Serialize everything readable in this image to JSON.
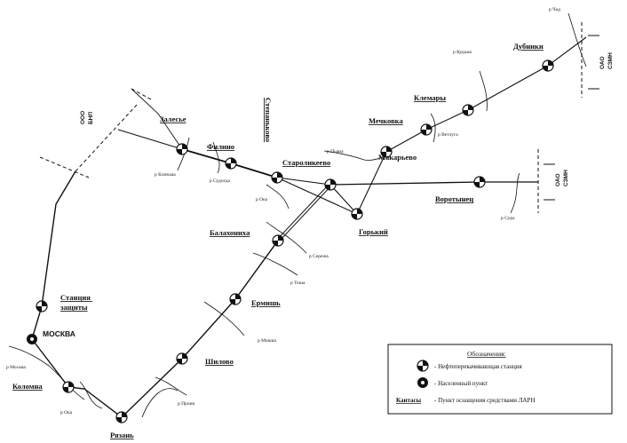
{
  "stations": {
    "stantsiya_zashchity": "Станция\nзащиты",
    "kolomna": "Коломна",
    "ryazan": "Рязань",
    "shilovo": "Шилово",
    "ermish": "Ермишь",
    "balakhonikha": "Балахониха",
    "zalesye": "Залесье",
    "filino": "Филино",
    "stepankovo": "Степаньково",
    "starolikeevo": "Староликеево",
    "gorky": "Горький",
    "vorotynets": "Воротынец",
    "mechkovka": "Мечковка",
    "klemary": "Клемары",
    "dubniki": "Дубники",
    "makarevo": "Макарьево"
  },
  "city": {
    "moskva": "МОСКВА"
  },
  "rivers": {
    "moskva": "р Москва",
    "oka_kolomna": "р Ока",
    "pronya": "р Проня",
    "moksha": "р Мокша",
    "tesha": "р Теша",
    "serezha": "р Сережа",
    "oka_mid": "р Ока",
    "klyazma": "р Клязьма",
    "sudogda": "р Судогда",
    "pyana": "р Пьяна",
    "sura": "р Сура",
    "vetluga": "р Ветлуга",
    "kudma": "р Кудьма",
    "chad": "р Чад"
  },
  "organizations": {
    "ooo_bip": "ООО\nБНП",
    "oao_szmn_top": "ОАО\nСЗМН",
    "oao_szmn_mid": "ОАО\nСЗМН"
  },
  "legend": {
    "title": "Обозначения:",
    "items": [
      {
        "symbol": "pump-station",
        "label": "- Нефтеперекачивающая станция"
      },
      {
        "symbol": "settlement",
        "label": "- Населенный пункт"
      },
      {
        "symbol": "larn-point",
        "symbol_label": "Кантасы",
        "label": "- Пункт оснащения средствами ЛАРН"
      }
    ]
  },
  "colors": {
    "ink": "#111111",
    "paper": "#ffffff"
  }
}
